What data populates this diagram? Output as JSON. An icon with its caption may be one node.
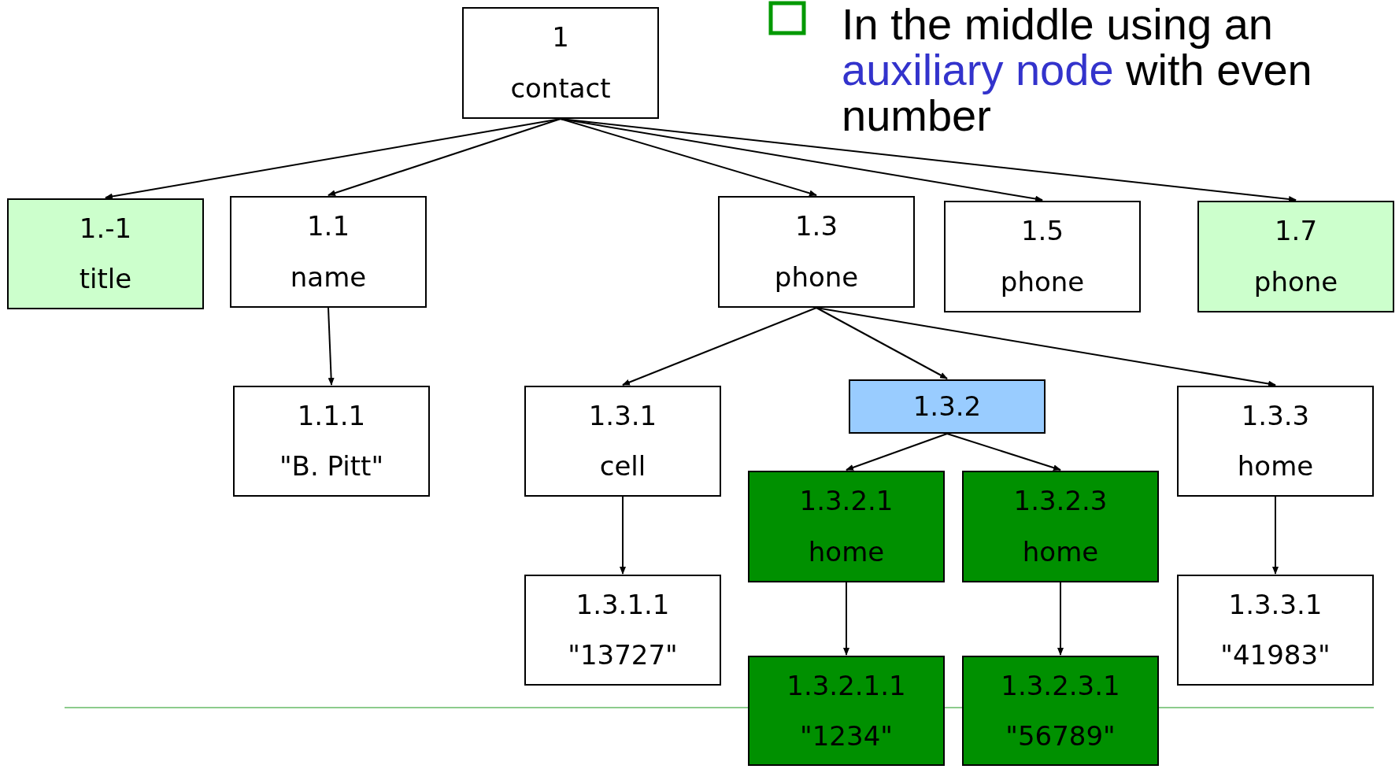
{
  "diagram": {
    "nodes": [
      {
        "text": [
          "1",
          "contact"
        ]
      },
      {
        "text": [
          "1.-1",
          "title"
        ]
      },
      {
        "text": [
          "1.1",
          "name"
        ]
      },
      {
        "text": [
          "1.3",
          "phone"
        ]
      },
      {
        "text": [
          "1.5",
          "phone"
        ]
      },
      {
        "text": [
          "1.7",
          "phone"
        ]
      },
      {
        "text": [
          "1.1.1",
          "\"B. Pitt\""
        ]
      },
      {
        "text": [
          "1.3.1",
          "cell"
        ]
      },
      {
        "text": [
          "1.3.2"
        ]
      },
      {
        "text": [
          "1.3.3",
          "home"
        ]
      },
      {
        "text": [
          "1.3.2.1",
          "home"
        ]
      },
      {
        "text": [
          "1.3.2.3",
          "home"
        ]
      },
      {
        "text": [
          "1.3.1.1",
          "\"13727\""
        ]
      },
      {
        "text": [
          "1.3.2.1.1",
          "\"1234\""
        ]
      },
      {
        "text": [
          "1.3.2.3.1",
          "\"56789\""
        ]
      },
      {
        "text": [
          "1.3.3.1",
          "\"41983\""
        ]
      }
    ],
    "edges": [
      {
        "from": 0,
        "to": 1,
        "arrow": "to"
      },
      {
        "from": 0,
        "to": 2,
        "arrow": "to"
      },
      {
        "from": 0,
        "to": 3,
        "arrow": "to"
      },
      {
        "from": 0,
        "to": 4,
        "arrow": "to"
      },
      {
        "from": 0,
        "to": 5,
        "arrow": "to"
      },
      {
        "from": 2,
        "to": 6,
        "arrow": "to"
      },
      {
        "from": 3,
        "to": 7,
        "arrow": "to"
      },
      {
        "from": 3,
        "to": 8,
        "arrow": "to"
      },
      {
        "from": 3,
        "to": 9,
        "arrow": "to"
      },
      {
        "from": 8,
        "to": 10,
        "arrow": "to"
      },
      {
        "from": 8,
        "to": 11,
        "arrow": "to"
      },
      {
        "from": 7,
        "to": 12,
        "arrow": "to"
      },
      {
        "from": 10,
        "to": 13,
        "arrow": "to"
      },
      {
        "from": 11,
        "to": 14,
        "arrow": "to"
      },
      {
        "from": 9,
        "to": 15,
        "arrow": "to"
      }
    ],
    "labels": [
      "In the middle using an *auxiliary node* with even number"
    ]
  }
}
